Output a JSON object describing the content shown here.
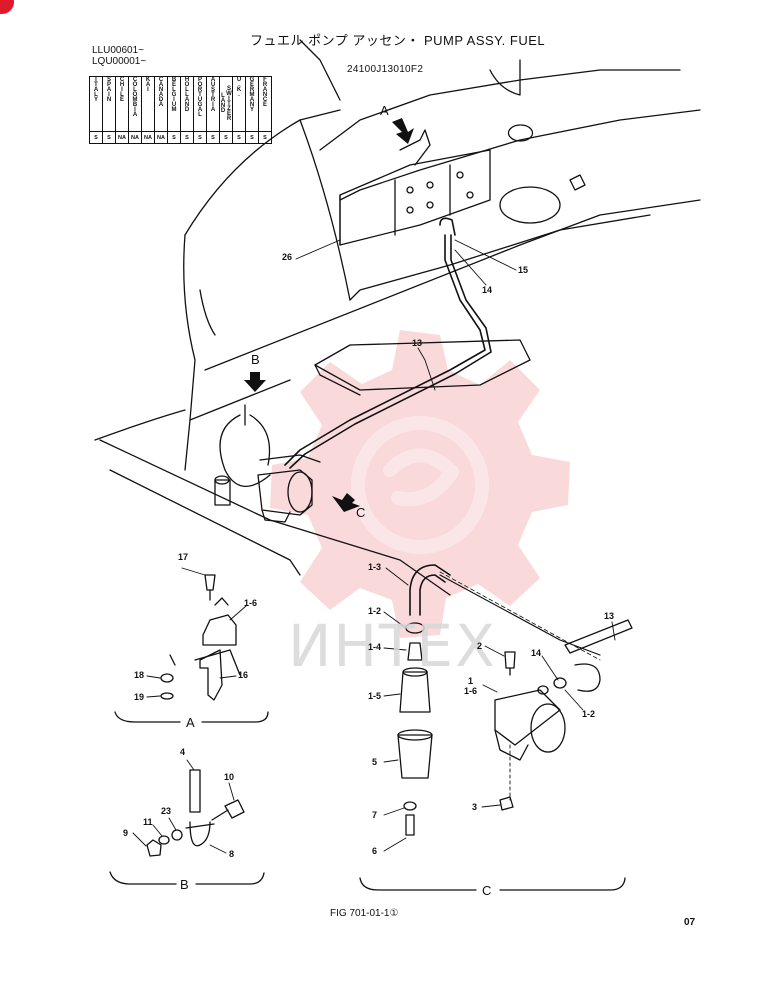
{
  "header": {
    "title": "フュエル ポンプ アッセン・ PUMP ASSY. FUEL",
    "serial_1": "LLU00601~",
    "serial_2": "LQU00001~",
    "drawing_no": "24100J13010F2"
  },
  "countries": [
    "ITALY",
    "SPAIN",
    "CHILE",
    "COLOMBIA",
    "KAI",
    "CANADA",
    "BELGIUM",
    "HOLLAND",
    "PORTUGAL",
    "AUSTRIA",
    "SWITZER LAND",
    "U.K.",
    "GERMANY",
    "FRANCE"
  ],
  "country_marks": [
    "S",
    "S",
    "NA",
    "NA",
    "NA",
    "NA",
    "S",
    "S",
    "S",
    "S",
    "S",
    "S",
    "S",
    "S"
  ],
  "view_letters": {
    "a_top": "A",
    "b_top": "B",
    "c_top": "C",
    "a_bottom": "A",
    "b_bottom": "B",
    "c_bottom": "C"
  },
  "callouts": {
    "c26": "26",
    "c15": "15",
    "c14": "14",
    "c13": "13",
    "c17": "17",
    "c1_6a": "1-6",
    "c18": "18",
    "c16": "16",
    "c19": "19",
    "c4": "4",
    "c10": "10",
    "c23": "23",
    "c11": "11",
    "c9": "9",
    "c8": "8",
    "c1_3": "1-3",
    "c1_2a": "1-2",
    "c1_4": "1-4",
    "c1_5": "1-5",
    "c5": "5",
    "c7": "7",
    "c6": "6",
    "c2": "2",
    "c1": "1",
    "c1_6b": "1-6",
    "c14b": "14",
    "c13b": "13",
    "c1_2b": "1-2",
    "c3": "3"
  },
  "watermark": "ИНТЕХ",
  "footer": {
    "figure": "FIG 701-01-1①",
    "page": "07"
  },
  "colors": {
    "line": "#111111",
    "watermark": "#e8505b"
  }
}
